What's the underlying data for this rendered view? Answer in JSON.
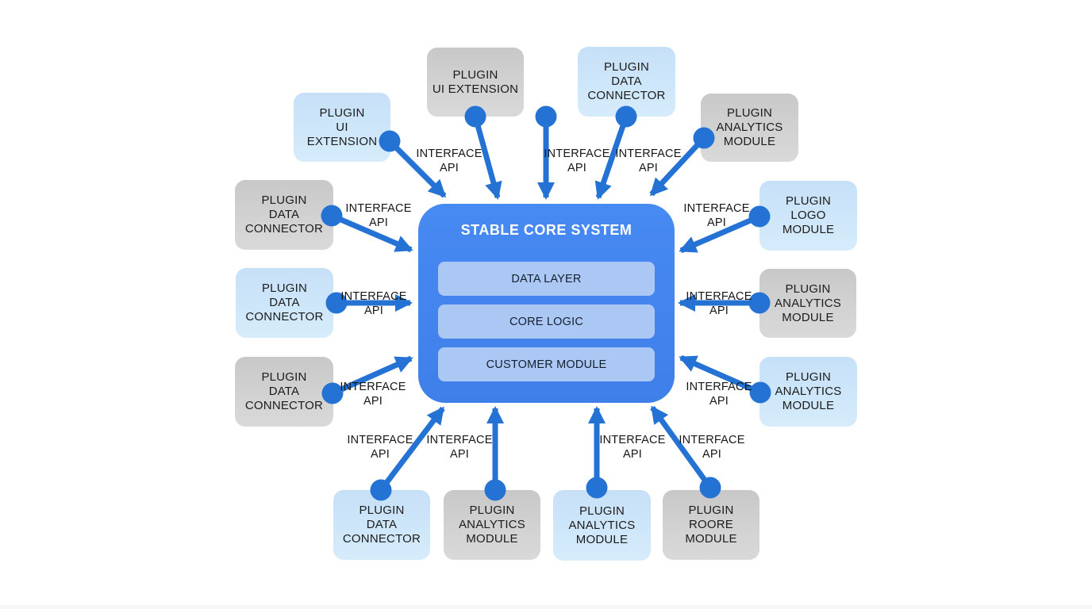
{
  "diagram_title": "STABLE CORE SYSTEM plugin architecture",
  "colors": {
    "core_blue": "#4282ee",
    "layer_blue": "#abc7f4",
    "plugin_blue": "#cde5f9",
    "plugin_gray": "#d0d0d0",
    "arrow_blue": "#2472d4",
    "text_dark": "#1c1c1c",
    "core_title_white": "#ffffff"
  },
  "core": {
    "title": "STABLE CORE SYSTEM",
    "layers": [
      "DATA LAYER",
      "CORE LOGIC",
      "CUSTOMER MODULE"
    ]
  },
  "api_label": "INTERFACE\nAPI",
  "plugins": [
    {
      "id": "ui-extension-upper-left",
      "label": "PLUGIN\nUI\nEXTENSION",
      "variant": "blue"
    },
    {
      "id": "ui-extension-top",
      "label": "PLUGIN\nUI EXTENSION",
      "variant": "gray"
    },
    {
      "id": "data-connector-top",
      "label": "PLUGIN\nDATA\nCONNECTOR",
      "variant": "blue"
    },
    {
      "id": "analytics-module-top-right",
      "label": "PLUGIN\nANALYTICS\nMODULE",
      "variant": "gray"
    },
    {
      "id": "data-connector-left-1",
      "label": "PLUGIN\nDATA\nCONNECTOR",
      "variant": "gray"
    },
    {
      "id": "data-connector-left-2",
      "label": "PLUGIN\nDATA\nCONNECTOR",
      "variant": "blue"
    },
    {
      "id": "data-connector-left-3",
      "label": "PLUGIN\nDATA\nCONNECTOR",
      "variant": "gray"
    },
    {
      "id": "logo-module-right-1",
      "label": "PLUGIN\nLOGO\nMODULE",
      "variant": "blue"
    },
    {
      "id": "analytics-module-right-2",
      "label": "PLUGIN\nANALYTICS\nMODULE",
      "variant": "gray"
    },
    {
      "id": "analytics-module-right-3",
      "label": "PLUGIN\nANALYTICS\nMODULE",
      "variant": "blue"
    },
    {
      "id": "data-connector-bottom-1",
      "label": "PLUGIN\nDATA\nCONNECTOR",
      "variant": "blue"
    },
    {
      "id": "analytics-module-bottom-2",
      "label": "PLUGIN\nANALYTICS\nMODULE",
      "variant": "gray"
    },
    {
      "id": "analytics-module-bottom-3",
      "label": "PLUGIN\nANALYTICS\nMODULE",
      "variant": "blue"
    },
    {
      "id": "roore-module-bottom-4",
      "label": "PLUGIN\nROORE\nMODULE",
      "variant": "gray"
    }
  ]
}
